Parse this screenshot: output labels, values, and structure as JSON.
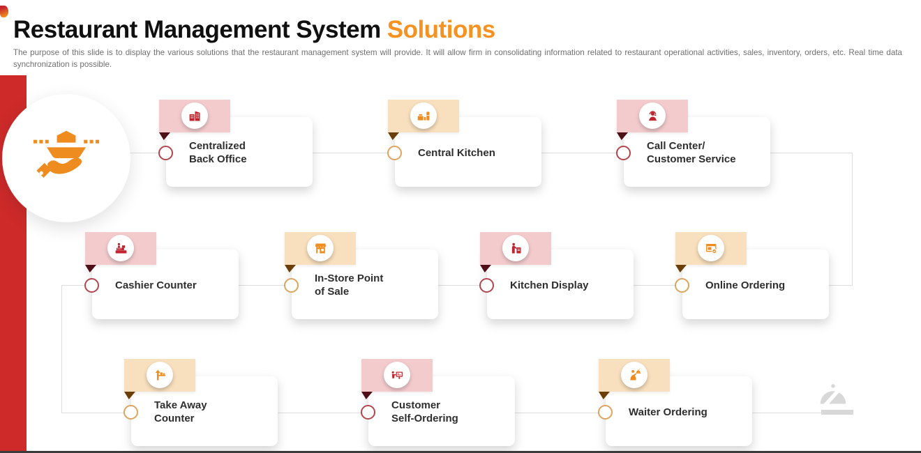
{
  "slide": {
    "title": "Restaurant Management System",
    "title_accent": "Solutions",
    "description": "The purpose of this slide is to display the various solutions that the restaurant management system will provide. It will allow firm in consolidating information related to restaurant operational activities, sales, inventory, orders, etc. Real time data synchronization is possible."
  },
  "colors": {
    "red": "#C0242F",
    "pink": "#F3CBCD",
    "fold_red": "#4E1016",
    "ring_red": "#B2464E",
    "orange": "#EE8C1F",
    "peach": "#F8DFBD",
    "fold_orange": "#6A3E06",
    "ring_orange": "#DDA45F",
    "bar_red": "#CE2A2A",
    "title_accent_color": "#F59222",
    "line": "#DDDDDD",
    "watermark": "#D8D8D8",
    "text_dark": "#2E2E2E",
    "text_muted": "#6F6F6F"
  },
  "solutions": {
    "items": [
      {
        "label": "Centralized\nBack Office",
        "icon": "office-buildings-icon"
      },
      {
        "label": "Central Kitchen",
        "icon": "kitchen-counter-icon"
      },
      {
        "label": "Call Center/\nCustomer Service",
        "icon": "support-agent-icon"
      },
      {
        "label": "Cashier Counter",
        "icon": "cash-register-icon"
      },
      {
        "label": "In-Store Point\nof Sale",
        "icon": "storefront-icon"
      },
      {
        "label": "Kitchen Display",
        "icon": "chef-display-icon"
      },
      {
        "label": "Online Ordering",
        "icon": "online-order-window-icon"
      },
      {
        "label": "Take Away\nCounter",
        "icon": "takeaway-stand-icon"
      },
      {
        "label": "Customer\nSelf-Ordering",
        "icon": "self-order-kiosk-icon"
      },
      {
        "label": "Waiter Ordering",
        "icon": "waiter-tray-icon"
      }
    ]
  }
}
